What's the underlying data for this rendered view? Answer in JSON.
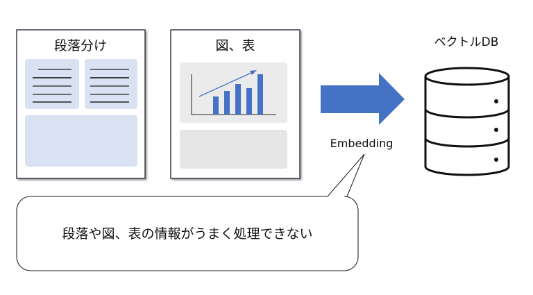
{
  "doc_paragraph": {
    "title": "段落分け"
  },
  "doc_figure": {
    "title": "図、表"
  },
  "arrow": {
    "label": "Embedding",
    "color": "#4472C4"
  },
  "database": {
    "title": "ベクトルDB"
  },
  "callout": {
    "text": "段落や図、表の情報がうまく処理できない"
  },
  "colors": {
    "panel_blue": "#D9E2F2",
    "panel_gray": "#E9E9E9",
    "bar": "#4472C4"
  }
}
